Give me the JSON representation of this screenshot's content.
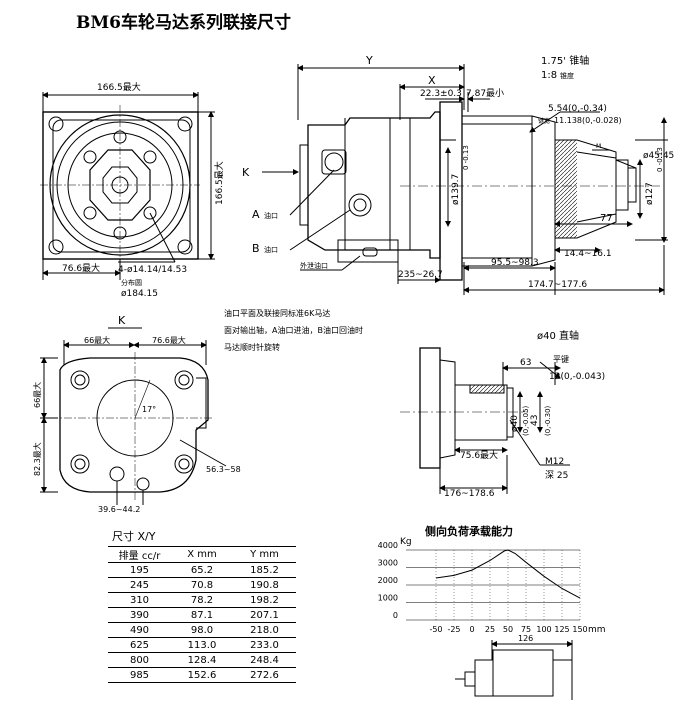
{
  "title": "BM6车轮马达系列联接尺寸",
  "front_view": {
    "width_label": "166.5最大",
    "height_label": "166.5最大",
    "offset_label": "76.6最大",
    "holes_label": "4-ø14.14/14.53",
    "pcd_note": "分布圆",
    "pcd_label": "ø184.15"
  },
  "side_view": {
    "y_label": "Y",
    "x_label": "X",
    "dim_22": "22.3±0.3",
    "dim_787": "7.87最小",
    "dia_1397": "ø139.7",
    "dia_1397_tol": "0 -0.13",
    "dia_4545": "ø45.45",
    "dia_127": "ø127",
    "dia_127_tol": "0 -0.13",
    "dim_77": "77",
    "dim_144": "14.4~16.1",
    "dim_955": "95.5~98.3",
    "dim_235": "235~26.7",
    "dim_1747": "174.7~177.6",
    "port_a": "A",
    "port_a_label": "油口",
    "port_b": "B",
    "port_b_label": "油口",
    "drain_label": "外泄油口",
    "k_label": "K"
  },
  "taper_shaft": {
    "taper_label": "1.75' 锥轴",
    "taper_ratio": "1:8",
    "taper_ratio_word": "锥度",
    "key_label": "5.54(0,-0.34)",
    "key_width_prefix": "键宽",
    "key_width": "11.138(0,-0.028)",
    "small_label": "M"
  },
  "notes": [
    "油口平面及联接同标准6K马达",
    "面对输出轴，A油口进油，B油口回油时",
    "马达顺时针旋转"
  ],
  "k_view": {
    "title": "K",
    "dim_66": "66最大",
    "dim_766": "76.6最大",
    "dim_66v": "66最大",
    "dim_823": "82.3最大",
    "angle": "17°",
    "dim_563": "56.3~58",
    "dim_396": "39.6~44.2"
  },
  "straight_shaft": {
    "title": "ø40  直轴",
    "key_label": "平键",
    "dim_63": "63",
    "dim_12": "12(0,-0.043)",
    "dia_40": "ø40",
    "dia_40_tol": "(0,-0.05)",
    "dim_43": "43",
    "dim_43_tol": "(0,-0.30)",
    "dim_756": "75.6最大",
    "thread": "M12",
    "depth": "深 25",
    "dim_176": "176~178.6"
  },
  "size_table": {
    "title": "尺寸 X/Y",
    "headers": [
      "排量 cc/r",
      "X mm",
      "Y mm"
    ],
    "rows": [
      [
        "195",
        "65.2",
        "185.2"
      ],
      [
        "245",
        "70.8",
        "190.8"
      ],
      [
        "310",
        "78.2",
        "198.2"
      ],
      [
        "390",
        "87.1",
        "207.1"
      ],
      [
        "490",
        "98.0",
        "218.0"
      ],
      [
        "625",
        "113.0",
        "233.0"
      ],
      [
        "800",
        "128.4",
        "248.4"
      ],
      [
        "985",
        "152.6",
        "272.6"
      ]
    ]
  },
  "chart_data": {
    "type": "line",
    "title": "侧向负荷承载能力",
    "ylabel": "Kg",
    "xunit": "mm",
    "x_ticks": [
      -50,
      -25,
      0,
      25,
      50,
      75,
      100,
      125,
      150
    ],
    "y_ticks": [
      0,
      1000,
      2000,
      3000,
      4000
    ],
    "xlim": [
      -50,
      150
    ],
    "ylim": [
      0,
      4000
    ],
    "series": [
      {
        "x": [
          -50,
          -25,
          0,
          25,
          45,
          50
        ],
        "y": [
          2400,
          2550,
          2850,
          3400,
          3950,
          4000
        ]
      },
      {
        "x": [
          50,
          60,
          75,
          100,
          125,
          150
        ],
        "y": [
          4000,
          3800,
          3300,
          2500,
          1800,
          1250
        ]
      }
    ],
    "bracket_dim": "126"
  }
}
